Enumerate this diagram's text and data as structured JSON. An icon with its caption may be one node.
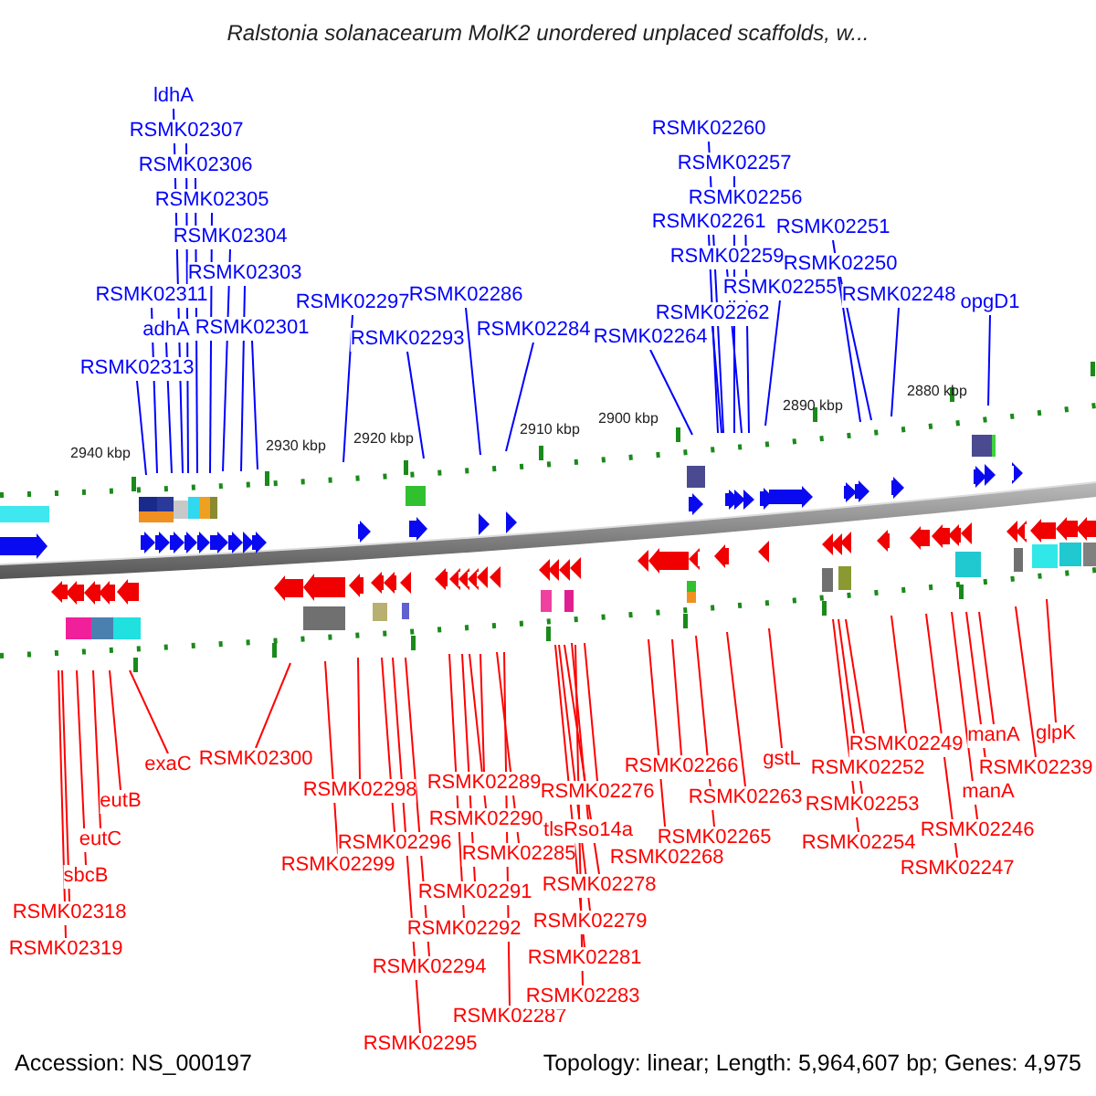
{
  "diagram": {
    "title": "Ralstonia solanacearum MolK2 unordered unplaced scaffolds, w...",
    "nodes": [
      {
        "text": [
          "ldhA"
        ]
      },
      {
        "text": [
          "RSMK02307"
        ]
      },
      {
        "text": [
          "RSMK02306"
        ]
      },
      {
        "text": [
          "RSMK02305"
        ]
      },
      {
        "text": [
          "RSMK02304"
        ]
      },
      {
        "text": [
          "RSMK02303"
        ]
      },
      {
        "text": [
          "RSMK02311"
        ]
      },
      {
        "text": [
          "adhA"
        ]
      },
      {
        "text": [
          "RSMK02301"
        ]
      },
      {
        "text": [
          "RSMK02313"
        ]
      },
      {
        "text": [
          "RSMK02297"
        ]
      },
      {
        "text": [
          "RSMK02293"
        ]
      },
      {
        "text": [
          "RSMK02286"
        ]
      },
      {
        "text": [
          "RSMK02284"
        ]
      },
      {
        "text": [
          "RSMK02260"
        ]
      },
      {
        "text": [
          "RSMK02257"
        ]
      },
      {
        "text": [
          "RSMK02256"
        ]
      },
      {
        "text": [
          "RSMK02261"
        ]
      },
      {
        "text": [
          "RSMK02251"
        ]
      },
      {
        "text": [
          "RSMK02259"
        ]
      },
      {
        "text": [
          "RSMK02250"
        ]
      },
      {
        "text": [
          "RSMK02255"
        ]
      },
      {
        "text": [
          "RSMK02262"
        ]
      },
      {
        "text": [
          "RSMK02248"
        ]
      },
      {
        "text": [
          "RSMK02264"
        ]
      },
      {
        "text": [
          "opgD1"
        ]
      },
      {
        "text": [
          "exaC"
        ]
      },
      {
        "text": [
          "RSMK02300"
        ]
      },
      {
        "text": [
          "eutB"
        ]
      },
      {
        "text": [
          "eutC"
        ]
      },
      {
        "text": [
          "sbcB"
        ]
      },
      {
        "text": [
          "RSMK02318"
        ]
      },
      {
        "text": [
          "RSMK02319"
        ]
      },
      {
        "text": [
          "RSMK02298"
        ]
      },
      {
        "text": [
          "RSMK02299"
        ]
      },
      {
        "text": [
          "RSMK02296"
        ]
      },
      {
        "text": [
          "RSMK02289"
        ]
      },
      {
        "text": [
          "RSMK02290"
        ]
      },
      {
        "text": [
          "RSMK02285"
        ]
      },
      {
        "text": [
          "RSMK02291"
        ]
      },
      {
        "text": [
          "RSMK02292"
        ]
      },
      {
        "text": [
          "RSMK02294"
        ]
      },
      {
        "text": [
          "RSMK02287"
        ]
      },
      {
        "text": [
          "RSMK02295"
        ]
      },
      {
        "text": [
          "RSMK02276"
        ]
      },
      {
        "text": [
          "tlsRso14a"
        ]
      },
      {
        "text": [
          "RSMK02278"
        ]
      },
      {
        "text": [
          "RSMK02279"
        ]
      },
      {
        "text": [
          "RSMK02281"
        ]
      },
      {
        "text": [
          "RSMK02283"
        ]
      },
      {
        "text": [
          "RSMK02266"
        ]
      },
      {
        "text": [
          "RSMK02265"
        ]
      },
      {
        "text": [
          "RSMK02268"
        ]
      },
      {
        "text": [
          "RSMK02263"
        ]
      },
      {
        "text": [
          "gstL"
        ]
      },
      {
        "text": [
          "RSMK02249"
        ]
      },
      {
        "text": [
          "RSMK02252"
        ]
      },
      {
        "text": [
          "RSMK02253"
        ]
      },
      {
        "text": [
          "RSMK02254"
        ]
      },
      {
        "text": [
          "manA"
        ]
      },
      {
        "text": [
          "RSMK02239"
        ]
      },
      {
        "text": [
          "manA"
        ]
      },
      {
        "text": [
          "RSMK02246"
        ]
      },
      {
        "text": [
          "RSMK02247"
        ]
      },
      {
        "text": [
          "glpK"
        ]
      }
    ],
    "edges": [
      {
        "from": 0,
        "to": null,
        "arrow": "none",
        "color": "#0000ff"
      },
      {
        "from": 1,
        "to": null,
        "arrow": "none",
        "color": "#0000ff"
      },
      {
        "from": 2,
        "to": null,
        "arrow": "none",
        "color": "#0000ff"
      },
      {
        "from": 3,
        "to": null,
        "arrow": "none",
        "color": "#0000ff"
      },
      {
        "from": 4,
        "to": null,
        "arrow": "none",
        "color": "#0000ff"
      },
      {
        "from": 5,
        "to": null,
        "arrow": "none",
        "color": "#0000ff"
      },
      {
        "from": 6,
        "to": null,
        "arrow": "none",
        "color": "#0000ff"
      },
      {
        "from": 7,
        "to": null,
        "arrow": "none",
        "color": "#0000ff"
      },
      {
        "from": 8,
        "to": null,
        "arrow": "none",
        "color": "#0000ff"
      },
      {
        "from": 9,
        "to": null,
        "arrow": "none",
        "color": "#0000ff"
      },
      {
        "from": 10,
        "to": null,
        "arrow": "none",
        "color": "#0000ff"
      },
      {
        "from": 11,
        "to": null,
        "arrow": "none",
        "color": "#0000ff"
      },
      {
        "from": 12,
        "to": null,
        "arrow": "none",
        "color": "#0000ff"
      },
      {
        "from": 13,
        "to": null,
        "arrow": "none",
        "color": "#0000ff"
      },
      {
        "from": 14,
        "to": null,
        "arrow": "none",
        "color": "#0000ff"
      },
      {
        "from": 15,
        "to": null,
        "arrow": "none",
        "color": "#0000ff"
      },
      {
        "from": 16,
        "to": null,
        "arrow": "none",
        "color": "#0000ff"
      },
      {
        "from": 17,
        "to": null,
        "arrow": "none",
        "color": "#0000ff"
      },
      {
        "from": 18,
        "to": null,
        "arrow": "none",
        "color": "#0000ff"
      },
      {
        "from": 19,
        "to": null,
        "arrow": "none",
        "color": "#0000ff"
      },
      {
        "from": 20,
        "to": null,
        "arrow": "none",
        "color": "#0000ff"
      },
      {
        "from": 21,
        "to": null,
        "arrow": "none",
        "color": "#0000ff"
      },
      {
        "from": 22,
        "to": null,
        "arrow": "none",
        "color": "#0000ff"
      },
      {
        "from": 23,
        "to": null,
        "arrow": "none",
        "color": "#0000ff"
      },
      {
        "from": 24,
        "to": null,
        "arrow": "none",
        "color": "#0000ff"
      },
      {
        "from": 25,
        "to": null,
        "arrow": "none",
        "color": "#0000ff"
      },
      {
        "from": 26,
        "to": null,
        "arrow": "none"
      },
      {
        "from": 27,
        "to": null,
        "arrow": "none"
      },
      {
        "from": 28,
        "to": null,
        "arrow": "none"
      },
      {
        "from": 29,
        "to": null,
        "arrow": "none"
      },
      {
        "from": 30,
        "to": null,
        "arrow": "none"
      },
      {
        "from": 31,
        "to": null,
        "arrow": "none"
      },
      {
        "from": 32,
        "to": null,
        "arrow": "none"
      },
      {
        "from": 33,
        "to": null,
        "arrow": "none"
      },
      {
        "from": 34,
        "to": null,
        "arrow": "none"
      },
      {
        "from": 35,
        "to": null,
        "arrow": "none"
      },
      {
        "from": 36,
        "to": null,
        "arrow": "none"
      },
      {
        "from": 37,
        "to": null,
        "arrow": "none"
      },
      {
        "from": 38,
        "to": null,
        "arrow": "none"
      },
      {
        "from": 39,
        "to": null,
        "arrow": "none"
      },
      {
        "from": 40,
        "to": null,
        "arrow": "none"
      },
      {
        "from": 41,
        "to": null,
        "arrow": "none"
      },
      {
        "from": 42,
        "to": null,
        "arrow": "none"
      },
      {
        "from": 43,
        "to": null,
        "arrow": "none"
      },
      {
        "from": 44,
        "to": null,
        "arrow": "none"
      },
      {
        "from": 45,
        "to": null,
        "arrow": "none"
      },
      {
        "from": 46,
        "to": null,
        "arrow": "none"
      },
      {
        "from": 47,
        "to": null,
        "arrow": "none"
      },
      {
        "from": 48,
        "to": null,
        "arrow": "none"
      },
      {
        "from": 49,
        "to": null,
        "arrow": "none"
      },
      {
        "from": 50,
        "to": null,
        "arrow": "none"
      },
      {
        "from": 51,
        "to": null,
        "arrow": "none"
      },
      {
        "from": 52,
        "to": null,
        "arrow": "none"
      },
      {
        "from": 53,
        "to": null,
        "arrow": "none"
      },
      {
        "from": 54,
        "to": null,
        "arrow": "none"
      },
      {
        "from": 55,
        "to": null,
        "arrow": "none"
      },
      {
        "from": 56,
        "to": null,
        "arrow": "none"
      },
      {
        "from": 57,
        "to": null,
        "arrow": "none"
      },
      {
        "from": 58,
        "to": null,
        "arrow": "none"
      },
      {
        "from": 59,
        "to": null,
        "arrow": "none"
      },
      {
        "from": 60,
        "to": null,
        "arrow": "none"
      },
      {
        "from": 61,
        "to": null,
        "arrow": "none"
      },
      {
        "from": 62,
        "to": null,
        "arrow": "none"
      },
      {
        "from": 63,
        "to": null,
        "arrow": "none"
      },
      {
        "from": 64,
        "to": null,
        "arrow": "none"
      }
    ],
    "labels": [
      "2940 kbp",
      "2930 kbp",
      "2920 kbp",
      "2910 kbp",
      "2900 kbp",
      "2890 kbp",
      "2880 kbp",
      "Accession: NS_000197",
      "Topology: linear; Length: 5,964,607 bp; Genes: 4,975"
    ]
  }
}
